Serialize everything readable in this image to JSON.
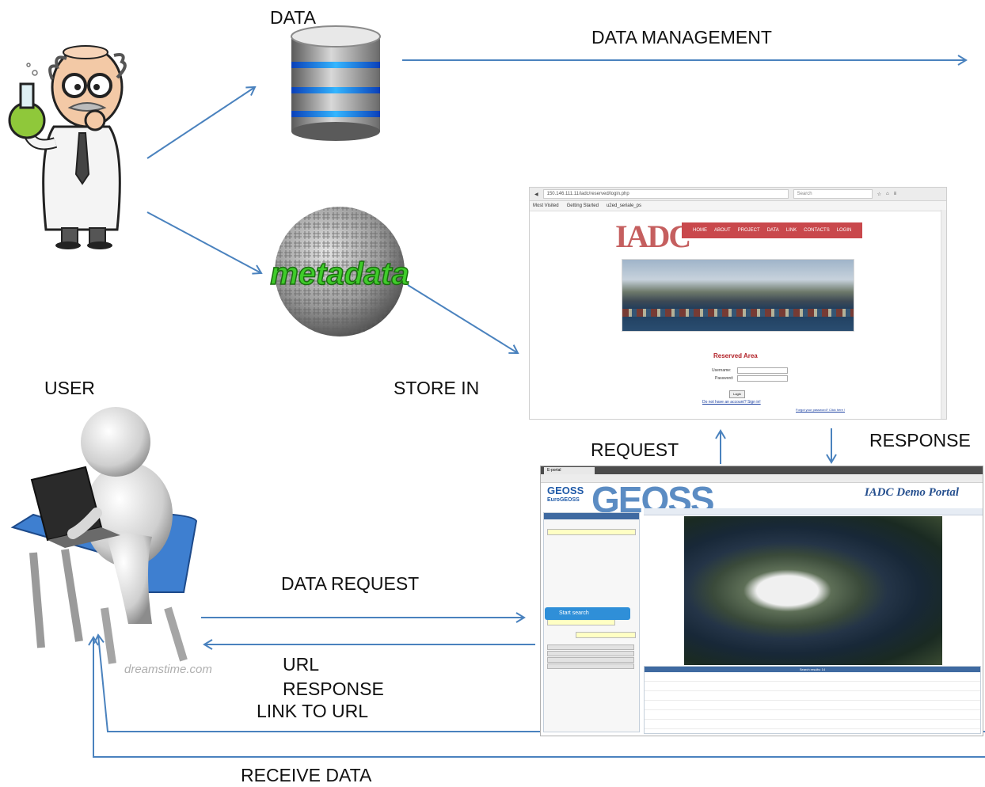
{
  "labels": {
    "data": "DATA",
    "data_management": "DATA MANAGEMENT",
    "store_in": "STORE IN",
    "user": "USER",
    "request": "REQUEST",
    "response_top": "RESPONSE",
    "data_request": "DATA REQUEST",
    "url": "URL",
    "response": "RESPONSE",
    "link_to_url": "LINK TO URL",
    "receive_data": "RECEIVE DATA"
  },
  "metadata_text": "metadata",
  "watermark": "dreamstime.com",
  "site": {
    "url": "150.146.111.11/iadc/reserved/login.php",
    "search_placeholder": "Search",
    "bookmarks": [
      "Most Visited",
      "Getting Started",
      "u2ed_seriale_ps"
    ],
    "logo": "IADC",
    "nav": [
      "HOME",
      "ABOUT",
      "PROJECT",
      "DATA",
      "LINK",
      "CONTACTS",
      "LOGIN"
    ],
    "reserved_title": "Reserved Area",
    "username_label": "Username:",
    "password_label": "Password:",
    "login_button": "Login",
    "signup_link": "Do not have an account? Sign in!",
    "forgot_link": "Forgot your password? Click here !"
  },
  "portal": {
    "tab": "E-portal",
    "geoss": "GEOSS",
    "eurogeoss": "EuroGEOSS",
    "title": "IADC Demo Portal",
    "search_button": "Start search",
    "results_header": "Search results: 14"
  },
  "colors": {
    "arrow": "#4a82be",
    "metadata_green": "#3fcc2a",
    "nav_red": "#c9484c",
    "reserved_red": "#b3242a",
    "portal_blue": "#26508f"
  }
}
